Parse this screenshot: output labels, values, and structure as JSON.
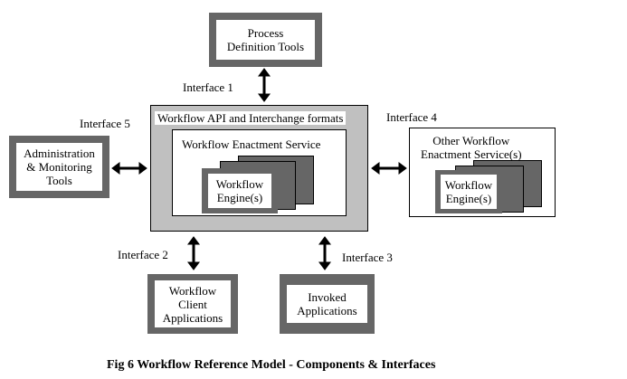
{
  "boxes": {
    "process_tools": "Process\nDefinition Tools",
    "admin_tools": "Administration\n& Monitoring\nTools",
    "workflow_api": "Workflow API and Interchange formats",
    "enactment_service": "Workflow Enactment Service",
    "workflow_engine": "Workflow\nEngine(s)",
    "other_service": "Other Workflow\nEnactment Service(s)",
    "other_engine": "Workflow\nEngine(s)",
    "client_apps": "Workflow\nClient\nApplications",
    "invoked_apps": "Invoked\nApplications"
  },
  "interfaces": {
    "i1": "Interface 1",
    "i2": "Interface 2",
    "i3": "Interface 3",
    "i4": "Interface 4",
    "i5": "Interface 5"
  },
  "caption": "Fig 6 Workflow Reference Model - Components & Interfaces"
}
